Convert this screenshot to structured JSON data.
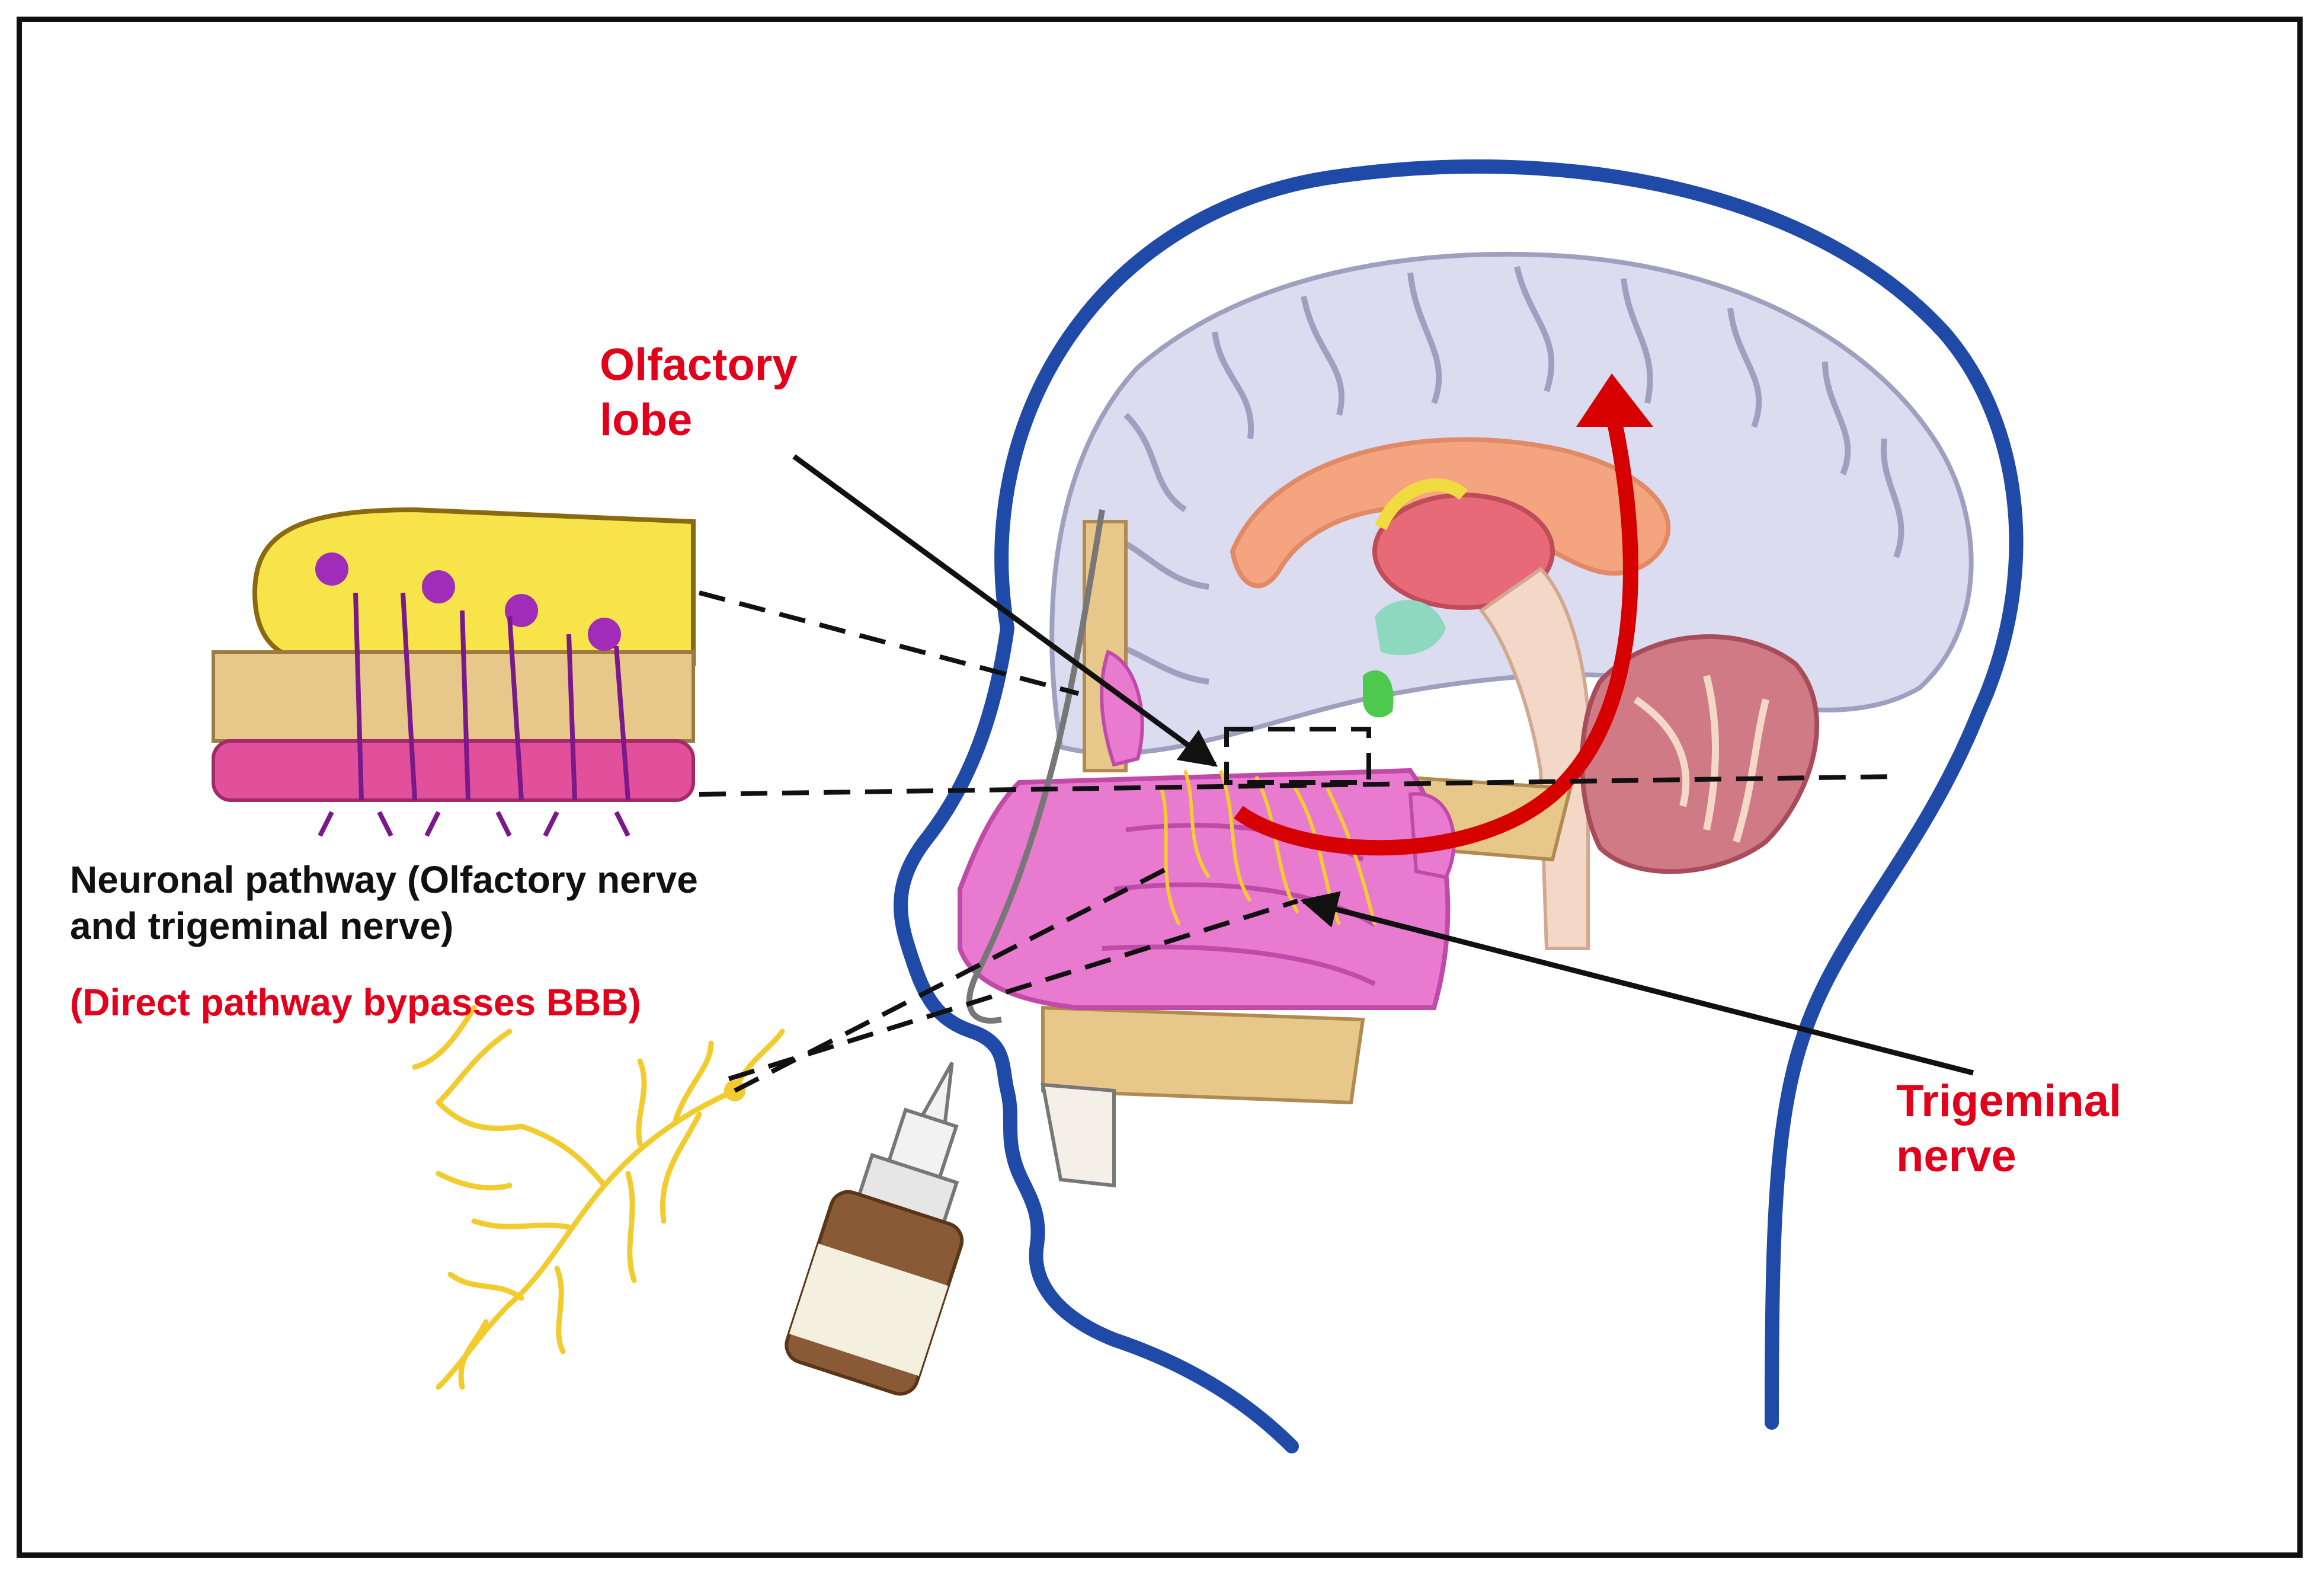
{
  "labels": {
    "olfactory_lobe_line1": "Olfactory",
    "olfactory_lobe_line2": "lobe",
    "trigeminal_line1": "Trigeminal",
    "trigeminal_line2": "nerve",
    "pathway_line1": "Neuronal pathway (Olfactory nerve",
    "pathway_line2": "and trigeminal nerve)",
    "direct_pathway": "(Direct pathway bypasses BBB)"
  },
  "colors": {
    "head_outline": "#1f4aa8",
    "label_red": "#e3001b",
    "label_black": "#111111",
    "brain": "#dcdcf0",
    "nasal_cavity": "#e87ad0",
    "nerve": "#f2cc2e",
    "cerebellum": "#d07a86",
    "bone": "#e8c88a"
  },
  "icons": [
    "nasal-spray-icon",
    "neuron-icon",
    "olfactory-epithelium-icon",
    "brain-icon",
    "cerebellum-icon"
  ]
}
